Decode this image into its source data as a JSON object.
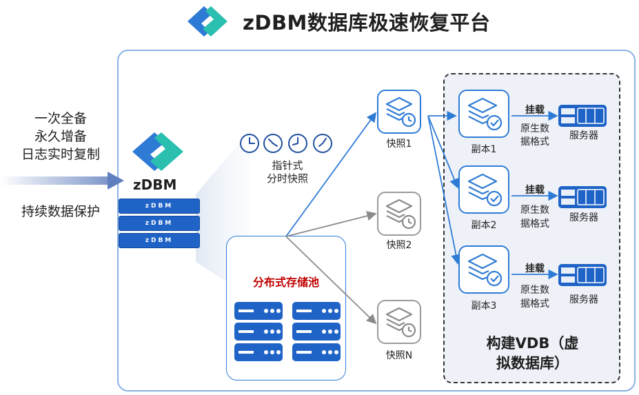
{
  "header": {
    "title": "zDBM数据库极速恢复平台"
  },
  "left": {
    "lines": [
      "一次全备",
      "永久增备",
      "日志实时复制"
    ],
    "protect": "持续数据保护"
  },
  "zdbm": {
    "label": "zDBM",
    "disk_label": "zDBM"
  },
  "clock": {
    "label_line1": "指针式",
    "label_line2": "分时快照"
  },
  "pool": {
    "label": "分布式存储池"
  },
  "snapshots": [
    "快照1",
    "快照2",
    "快照N"
  ],
  "replicas": [
    "副本1",
    "副本2",
    "副本3"
  ],
  "mount": {
    "label": "挂载",
    "format_line1": "原生数",
    "format_line2": "据格式"
  },
  "server": {
    "label": "服务器"
  },
  "vdb": {
    "label_line1": "构建VDB（虚",
    "label_line2": "拟数据库）"
  },
  "colors": {
    "accent": "#2e7bd6",
    "gray": "#9a9a9a",
    "pool_label": "#c00000",
    "teal": "#2bbfb0"
  }
}
